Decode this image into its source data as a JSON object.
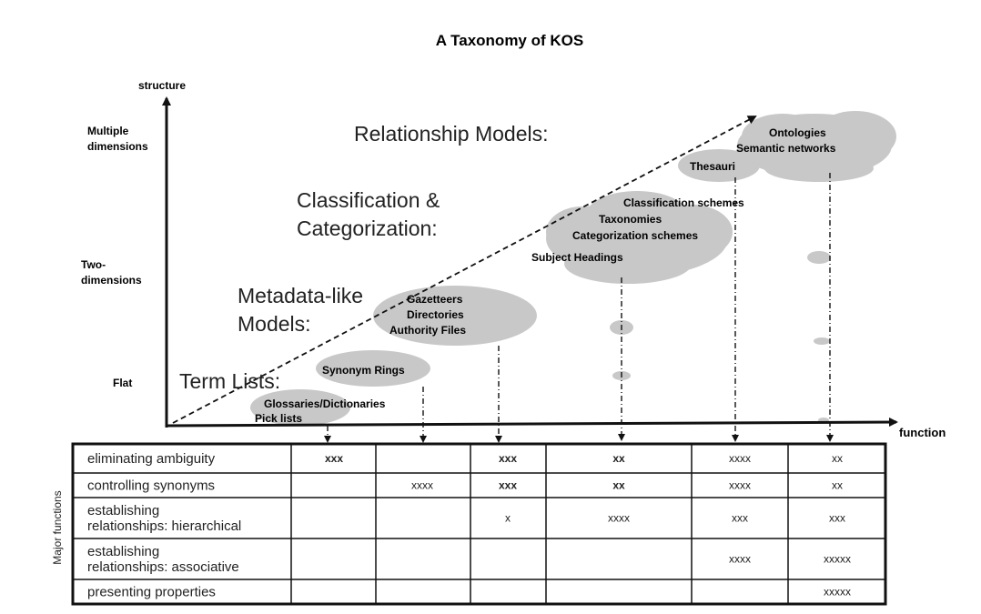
{
  "title": "A Taxonomy of KOS",
  "axes": {
    "y_label": "structure",
    "x_label": "function",
    "y_levels": {
      "multiple": [
        "Multiple",
        "dimensions"
      ],
      "two": [
        "Two-",
        "dimensions"
      ],
      "flat": "Flat"
    }
  },
  "categories": {
    "relationship": "Relationship Models:",
    "classification": [
      "Classification &",
      "Categorization:"
    ],
    "metadata": [
      "Metadata-like",
      "Models:"
    ],
    "term_lists": "Term Lists:"
  },
  "clouds": {
    "term_lists": [
      "Glossaries/Dictionaries",
      "Pick lists"
    ],
    "synonym": "Synonym Rings",
    "metadata": [
      "Gazetteers",
      "Directories",
      "Authority Files"
    ],
    "classification": [
      "Classification schemes",
      "Taxonomies",
      "Categorization schemes",
      "Subject Headings"
    ],
    "thesauri": "Thesauri",
    "ontologies": [
      "Ontologies",
      "Semantic networks"
    ]
  },
  "table": {
    "side_label": "Major functions",
    "rows": [
      {
        "label": [
          "eliminating ambiguity"
        ],
        "cells": [
          "xxx",
          "",
          "xxx",
          "xx",
          "xxxx",
          "xx"
        ]
      },
      {
        "label": [
          "controlling synonyms"
        ],
        "cells": [
          "",
          "xxxx",
          "xxx",
          "xx",
          "xxxx",
          "xx"
        ]
      },
      {
        "label": [
          "establishing",
          "relationships: hierarchical"
        ],
        "cells": [
          "",
          "",
          "x",
          "xxxx",
          "xxx",
          "xxx"
        ]
      },
      {
        "label": [
          "establishing",
          "relationships: associative"
        ],
        "cells": [
          "",
          "",
          "",
          "",
          "xxxx",
          "xxxxx"
        ]
      },
      {
        "label": [
          "presenting properties"
        ],
        "cells": [
          "",
          "",
          "",
          "",
          "",
          "xxxxx"
        ]
      }
    ]
  }
}
